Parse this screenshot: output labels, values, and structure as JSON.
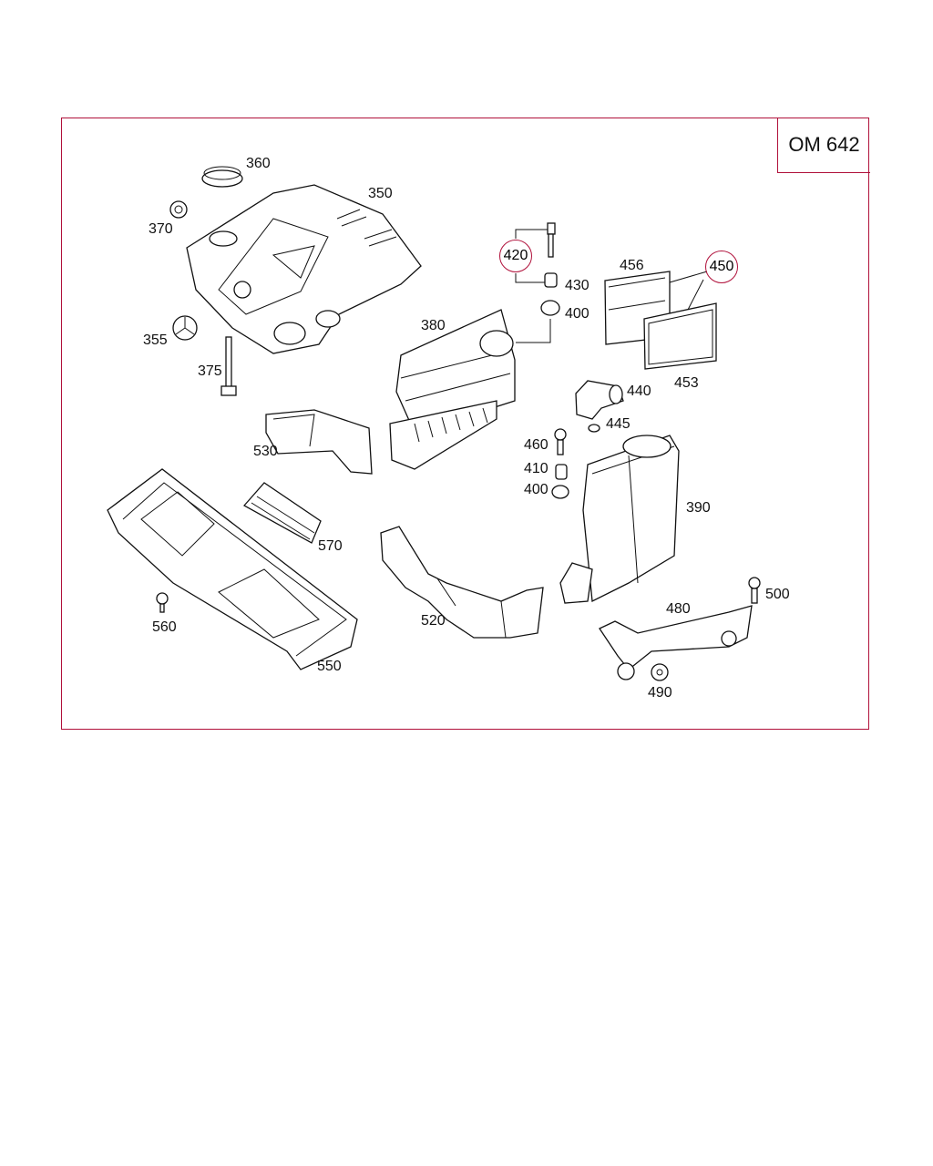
{
  "title": "OM 642",
  "labels": {
    "p360": "360",
    "p350": "350",
    "p370": "370",
    "p355": "355",
    "p375": "375",
    "p420": "420",
    "p430": "430",
    "p400a": "400",
    "p380": "380",
    "p456": "456",
    "p450": "450",
    "p453": "453",
    "p440": "440",
    "p445": "445",
    "p460": "460",
    "p410": "410",
    "p400b": "400",
    "p390": "390",
    "p530": "530",
    "p570": "570",
    "p560": "560",
    "p550": "550",
    "p520": "520",
    "p480": "480",
    "p500": "500",
    "p490": "490"
  }
}
